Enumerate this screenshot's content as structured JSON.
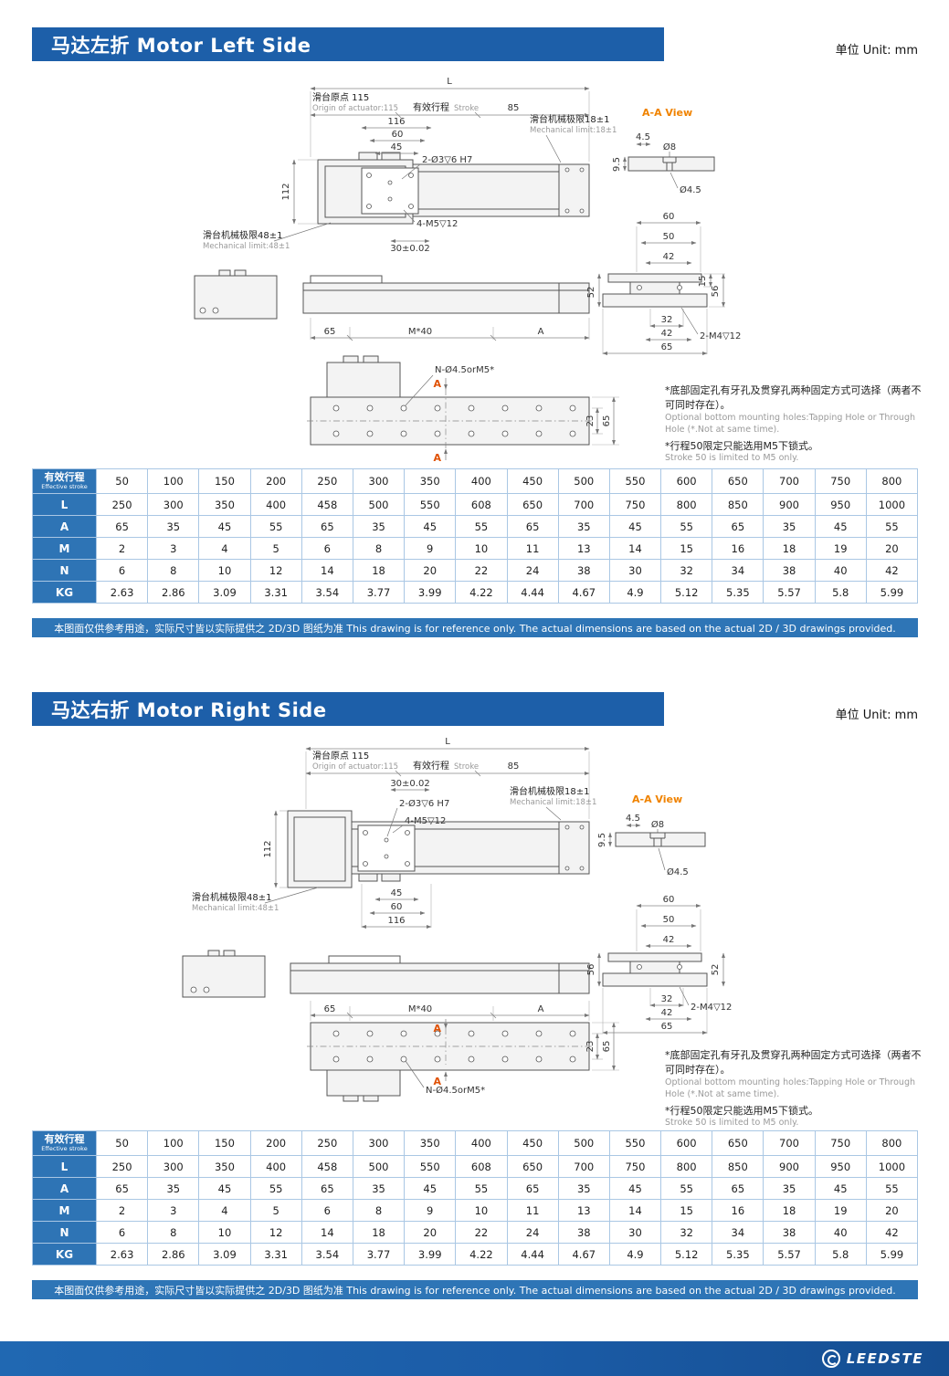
{
  "unit_label": "单位 Unit: mm",
  "sections": [
    {
      "title": "马达左折 Motor Left Side"
    },
    {
      "title": "马达右折 Motor Right Side"
    }
  ],
  "drawing": {
    "L": "L",
    "origin_cn": "滑台原点 115",
    "origin_en": "Origin of actuator:115",
    "stroke_cn": "有效行程",
    "stroke_en": "Stroke",
    "d85": "85",
    "d116": "116",
    "d60": "60",
    "d45": "45",
    "d50": "50",
    "d42": "42",
    "d52": "52",
    "d15": "15",
    "d56": "56",
    "d32": "32",
    "d65": "65",
    "d23": "23",
    "d112": "112",
    "d30": "30±0.02",
    "d45_small": "4.5",
    "d95": "9.5",
    "dia8": "Ø8",
    "dia45": "Ø4.5",
    "hole_pattern": "2-Ø3▽6 H7",
    "m5_holes": "4-M5▽12",
    "m4_holes": "2-M4▽12",
    "mech18_cn": "滑台机械极限18±1",
    "mech18_en": "Mechanical limit:18±1",
    "mech48_cn": "滑台机械极限48±1",
    "mech48_en": "Mechanical limit:48±1",
    "aa_view": "A-A View",
    "m40": "M*40",
    "section_a": "A",
    "n_holes": "N-Ø4.5orM5*"
  },
  "notes": {
    "note1_cn": "*底部固定孔有牙孔及贯穿孔两种固定方式可选择（两者不可同时存在）。",
    "note1_en": "Optional bottom mounting holes:Tapping Hole or Through Hole (*.Not at same time).",
    "note2_cn": "*行程50限定只能选用M5下锁式。",
    "note2_en": "Stroke 50 is limited to M5 only."
  },
  "table": {
    "header_cn": "有效行程",
    "header_en": "Effective stroke",
    "strokes": [
      "50",
      "100",
      "150",
      "200",
      "250",
      "300",
      "350",
      "400",
      "450",
      "500",
      "550",
      "600",
      "650",
      "700",
      "750",
      "800"
    ],
    "rows": [
      {
        "label": "L",
        "values": [
          "250",
          "300",
          "350",
          "400",
          "458",
          "500",
          "550",
          "608",
          "650",
          "700",
          "750",
          "800",
          "850",
          "900",
          "950",
          "1000"
        ]
      },
      {
        "label": "A",
        "values": [
          "65",
          "35",
          "45",
          "55",
          "65",
          "35",
          "45",
          "55",
          "65",
          "35",
          "45",
          "55",
          "65",
          "35",
          "45",
          "55"
        ]
      },
      {
        "label": "M",
        "values": [
          "2",
          "3",
          "4",
          "5",
          "6",
          "8",
          "9",
          "10",
          "11",
          "13",
          "14",
          "15",
          "16",
          "18",
          "19",
          "20"
        ]
      },
      {
        "label": "N",
        "values": [
          "6",
          "8",
          "10",
          "12",
          "14",
          "18",
          "20",
          "22",
          "24",
          "38",
          "30",
          "32",
          "34",
          "38",
          "40",
          "42"
        ]
      },
      {
        "label": "KG",
        "values": [
          "2.63",
          "2.86",
          "3.09",
          "3.31",
          "3.54",
          "3.77",
          "3.99",
          "4.22",
          "4.44",
          "4.67",
          "4.9",
          "5.12",
          "5.35",
          "5.57",
          "5.8",
          "5.99"
        ]
      }
    ]
  },
  "disclaimer": "本图面仅供参考用途，实际尺寸皆以实际提供之 2D/3D 图纸为准 This drawing is for reference only. The actual dimensions are based on the actual 2D / 3D drawings provided.",
  "footer": {
    "brand": "LEEDSTE"
  },
  "colors": {
    "banner_blue": "#1d5fa9",
    "bar_blue": "#2e75b6",
    "table_header_blue": "#2e74b5",
    "accent_orange": "#f08300",
    "section_mark_red": "#e05206"
  }
}
